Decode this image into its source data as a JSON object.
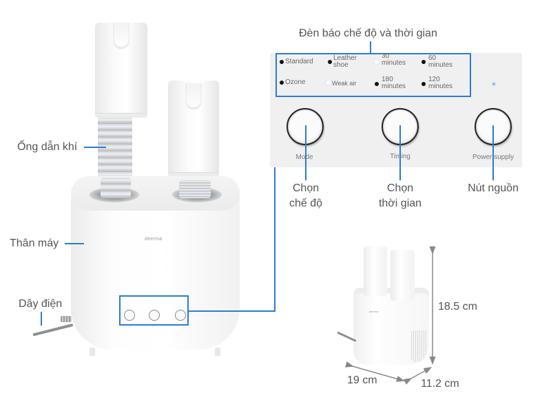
{
  "callouts": {
    "indicator_title": "Đèn báo chế độ và thời gian",
    "air_hose": "Ống dẫn khí",
    "body": "Thân máy",
    "power_cord": "Dây điện",
    "mode_select_line1": "Chọn",
    "mode_select_line2": "chế độ",
    "time_select_line1": "Chọn",
    "time_select_line2": "thời gian",
    "power_button": "Nút nguồn"
  },
  "panel": {
    "indicators": [
      {
        "label_line1": "Standard",
        "label_line2": "",
        "state": "off"
      },
      {
        "label_line1": "Leather",
        "label_line2": "shoe",
        "state": "off"
      },
      {
        "label_line1": "30",
        "label_line2": "minutes",
        "state": "on"
      },
      {
        "label_line1": "60",
        "label_line2": "minutes",
        "state": "off"
      },
      {
        "label_line1": "Ozone",
        "label_line2": "",
        "state": "off"
      },
      {
        "label_line1": "Weak air",
        "label_line2": "",
        "state": "on"
      },
      {
        "label_line1": "180",
        "label_line2": "minutes",
        "state": "off"
      },
      {
        "label_line1": "120",
        "label_line2": "minutes",
        "state": "off"
      }
    ],
    "buttons": [
      {
        "label": "Mode"
      },
      {
        "label": "Timing"
      },
      {
        "label": "Power supply"
      }
    ]
  },
  "product": {
    "brand_logo": "deerma"
  },
  "dimensions": {
    "height": "18.5 cm",
    "width": "19 cm",
    "depth": "11.2 cm"
  },
  "colors": {
    "accent_line": "#2a7bd5",
    "panel_bg": "#f0f0f0",
    "text": "#555555"
  }
}
